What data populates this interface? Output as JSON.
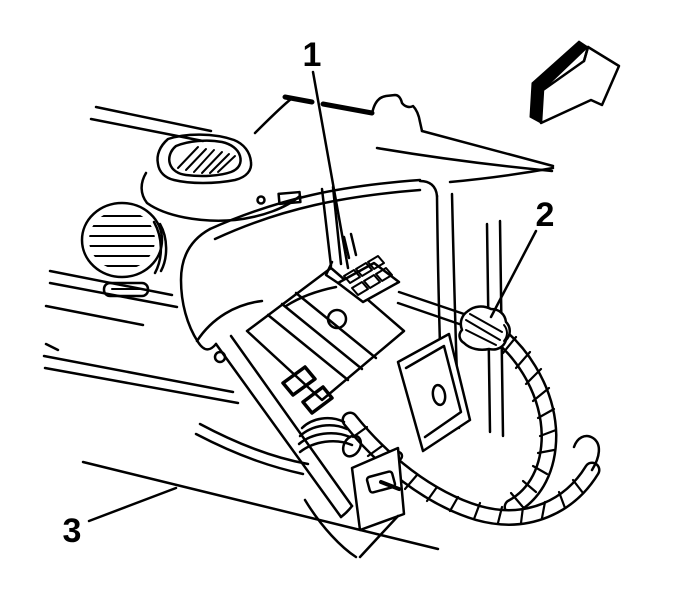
{
  "illustration": {
    "background_color": "#ffffff",
    "line_color": "#000000",
    "callouts": [
      {
        "number": "1"
      },
      {
        "number": "2"
      },
      {
        "number": "3"
      }
    ],
    "icons": [
      {
        "name": "direction-arrow-icon"
      }
    ]
  }
}
